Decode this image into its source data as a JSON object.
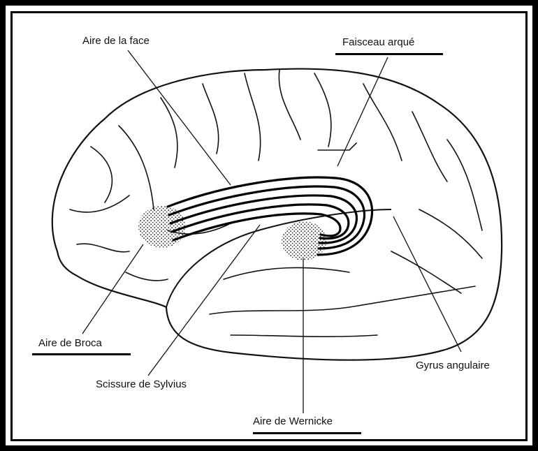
{
  "labels": {
    "face_area": "Aire de la face",
    "arcuate_fasciculus": "Faisceau arqué",
    "broca_area": "Aire de Broca",
    "sylvian_fissure": "Scissure de Sylvius",
    "wernicke_area": "Aire de Wernicke",
    "angular_gyrus": "Gyrus angulaire"
  },
  "colors": {
    "ink": "#111111",
    "background": "#ffffff"
  }
}
